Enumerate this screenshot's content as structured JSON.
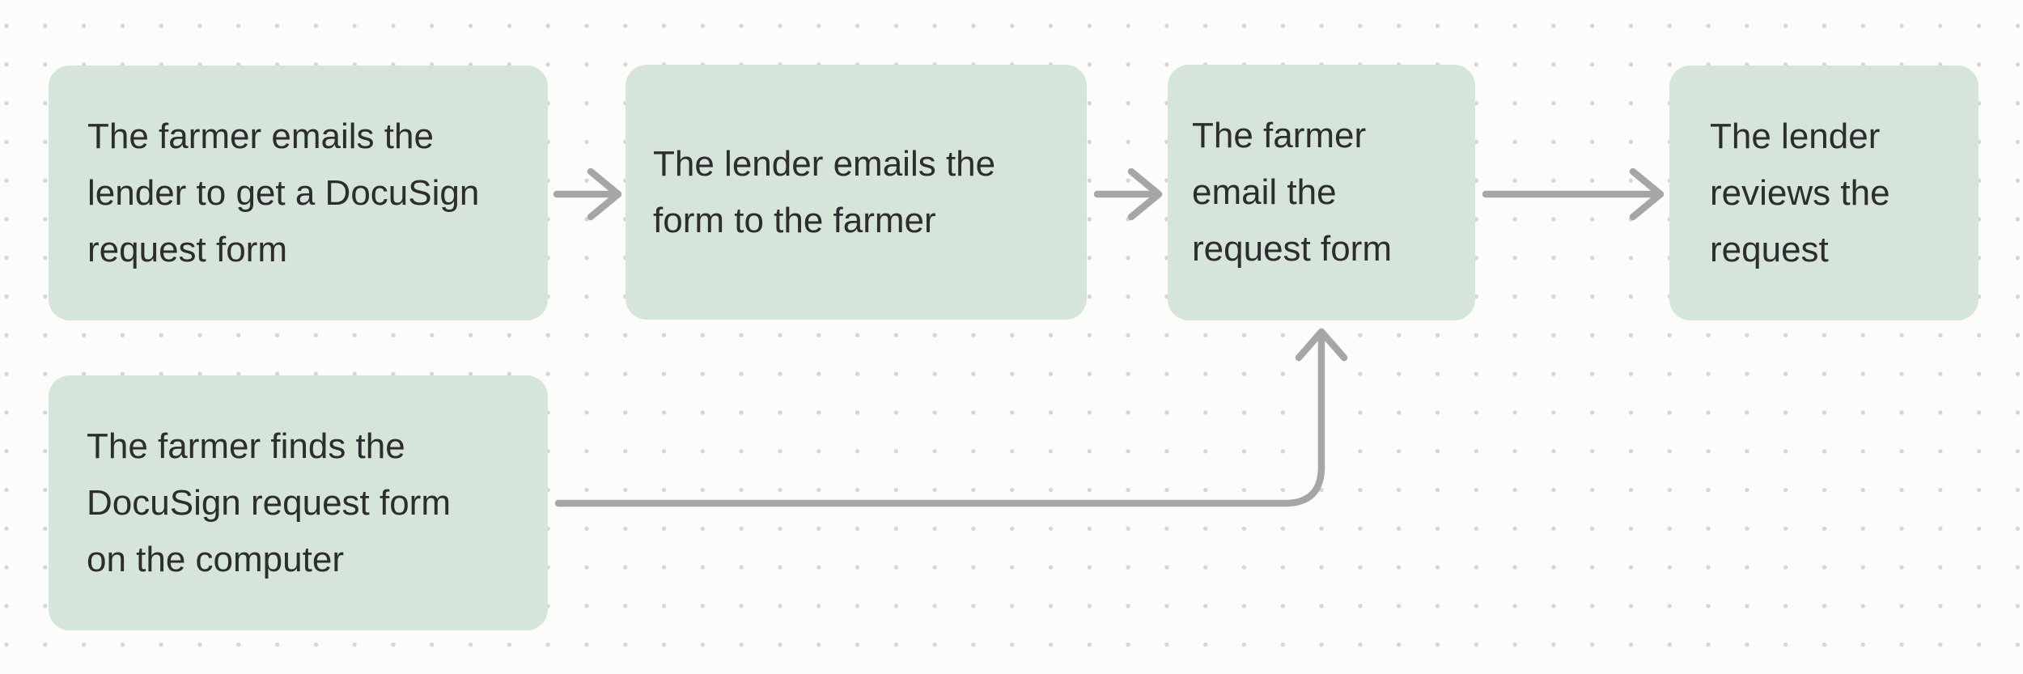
{
  "colors": {
    "bg": "#fcfcfa",
    "dot": "#d6d6d6",
    "box-fill": "#d6e5da",
    "box-text": "#2d2d2d",
    "arrow": "#a6a6a6"
  },
  "diagram": {
    "nodes": [
      {
        "id": "farmer-emails-lender",
        "label": "The farmer emails the\nlender to get a DocuSign\nrequest form"
      },
      {
        "id": "lender-emails-form",
        "label": "The lender emails the\nform to the farmer"
      },
      {
        "id": "farmer-emails-request",
        "label": "The farmer\nemail the\nrequest form"
      },
      {
        "id": "lender-reviews-request",
        "label": "The lender\nreviews the\nrequest"
      },
      {
        "id": "farmer-finds-form",
        "label": "The farmer finds the\nDocuSign request form\non the computer"
      }
    ],
    "edges": [
      {
        "from": "farmer-emails-lender",
        "to": "lender-emails-form",
        "type": "arrow-right"
      },
      {
        "from": "lender-emails-form",
        "to": "farmer-emails-request",
        "type": "arrow-right"
      },
      {
        "from": "farmer-emails-request",
        "to": "lender-reviews-request",
        "type": "arrow-right"
      },
      {
        "from": "farmer-finds-form",
        "to": "farmer-emails-request",
        "type": "elbow-arrow-up"
      }
    ]
  }
}
